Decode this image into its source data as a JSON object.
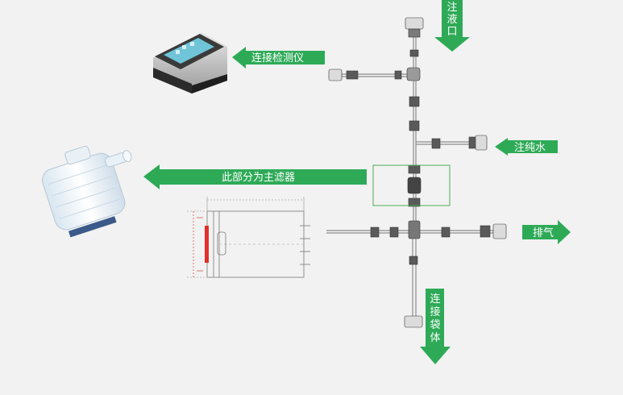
{
  "labels": {
    "inlet": "注液口",
    "to_tester": "连接检测仪",
    "pure_water": "注纯水",
    "main_filter": "此部分为主滤器",
    "exhaust": "排气",
    "to_bag": "连接袋体"
  },
  "colors": {
    "arrow_green": "#2eaa57",
    "pipe": "#8c8c8c",
    "highlight_box": "#4caf50",
    "filter_red": "#e0312a",
    "dim_red": "#d9534f",
    "background": "#f2f2f2"
  },
  "icons": [
    "tester-device-icon",
    "capsule-filter-icon"
  ]
}
